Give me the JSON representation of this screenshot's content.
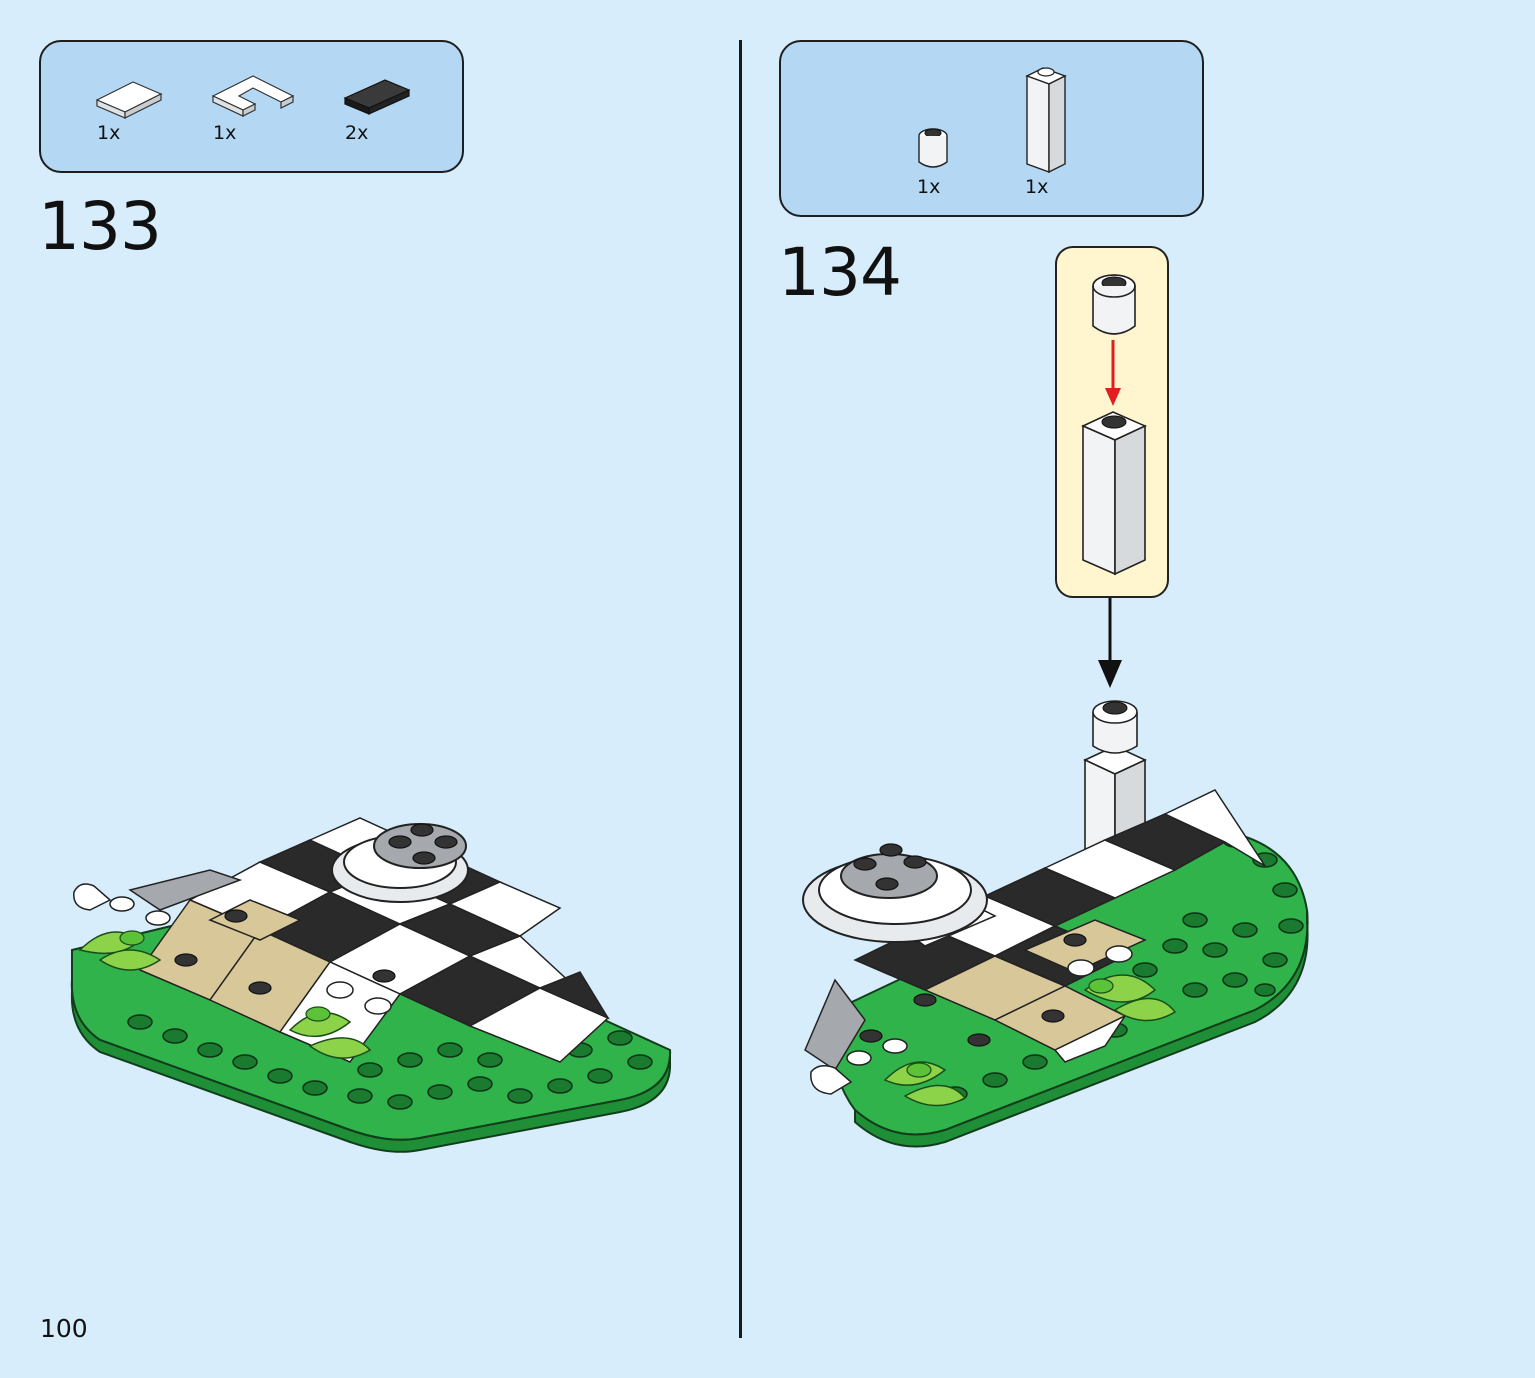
{
  "page": {
    "number": "100"
  },
  "steps": [
    {
      "number": "133",
      "parts": [
        {
          "qty": "1x",
          "icon": "white-tile-2x3-icon"
        },
        {
          "qty": "1x",
          "icon": "white-corner-tile-icon"
        },
        {
          "qty": "2x",
          "icon": "black-tile-1x2-icon"
        }
      ]
    },
    {
      "number": "134",
      "parts": [
        {
          "qty": "1x",
          "icon": "white-round-brick-icon"
        },
        {
          "qty": "1x",
          "icon": "white-tall-brick-icon"
        }
      ]
    }
  ],
  "colors": {
    "background": "#d7edfc",
    "parts_box": "#b4d8f4",
    "callout": "#fff5cf",
    "baseplate_green": "#2fb34a",
    "tile_black": "#2a2a2a",
    "tile_tan": "#d8c799",
    "arrow_red": "#e02020"
  }
}
